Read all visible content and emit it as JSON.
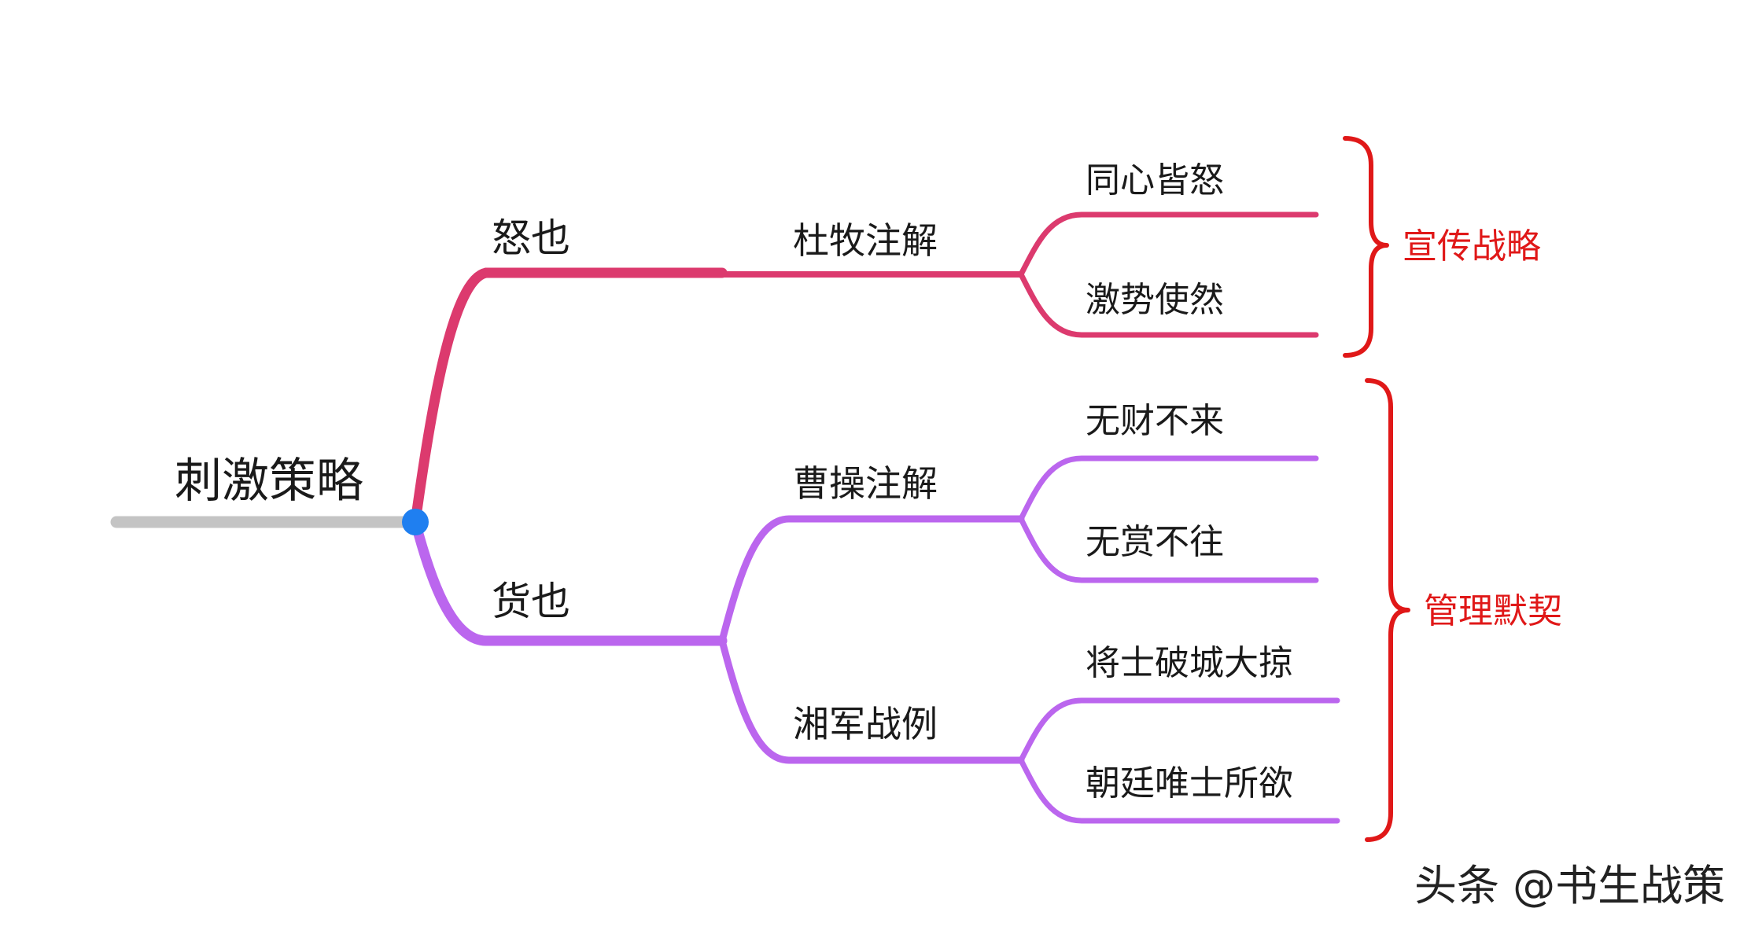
{
  "root": {
    "label": "刺激策略"
  },
  "branches": [
    {
      "label": "怒也",
      "color": "#dc3a6e",
      "children": [
        {
          "label": "杜牧注解",
          "children": [
            "同心皆怒",
            "激势使然"
          ]
        }
      ]
    },
    {
      "label": "货也",
      "color": "#bb66ee",
      "children": [
        {
          "label": "曹操注解",
          "children": [
            "无财不来",
            "无赏不往"
          ]
        },
        {
          "label": "湘军战例",
          "children": [
            "将士破城大掠",
            "朝廷唯士所欲"
          ]
        }
      ]
    }
  ],
  "annotations": [
    {
      "label": "宣传战略",
      "color": "#e01818"
    },
    {
      "label": "管理默契",
      "color": "#e01818"
    }
  ],
  "colors": {
    "root_line": "#c4c4c4",
    "root_node": "#1f7ff0"
  },
  "watermark": "头条 @书生战策"
}
